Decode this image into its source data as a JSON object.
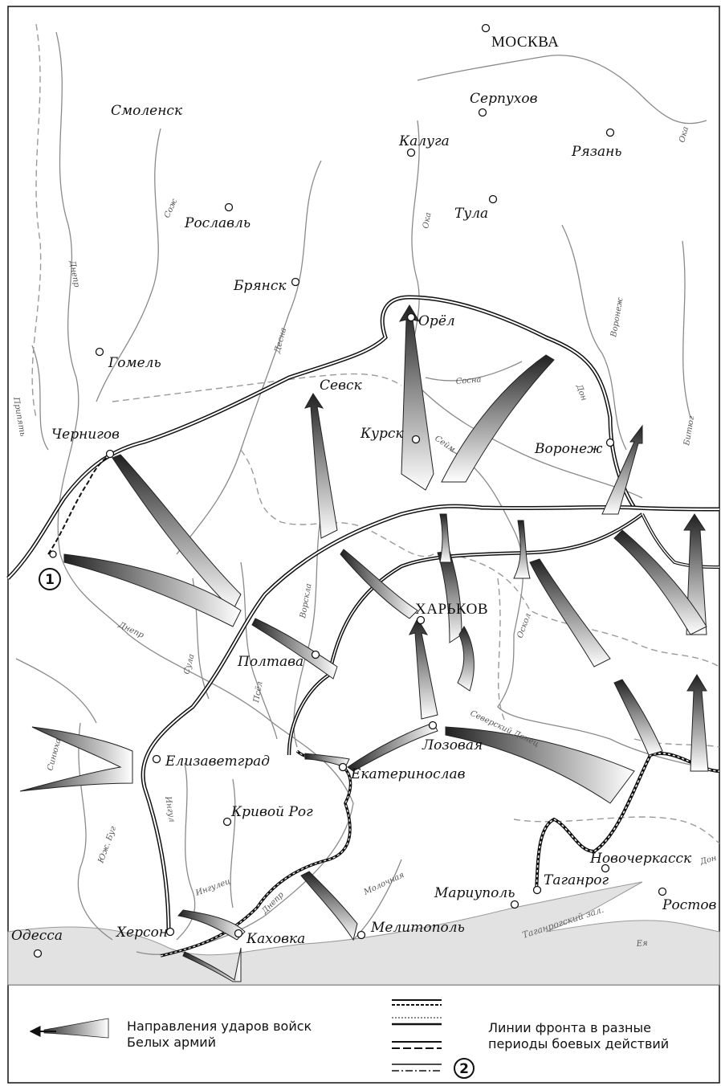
{
  "cities": [
    {
      "id": "moskva",
      "label": "МОСКВА",
      "capital": true
    },
    {
      "id": "serpukhov",
      "label": "Серпухов"
    },
    {
      "id": "kaluga",
      "label": "Калуга"
    },
    {
      "id": "ryazan",
      "label": "Рязань"
    },
    {
      "id": "smolensk",
      "label": "Смоленск"
    },
    {
      "id": "roslavl",
      "label": "Рославль"
    },
    {
      "id": "tula",
      "label": "Тула"
    },
    {
      "id": "bryansk",
      "label": "Брянск"
    },
    {
      "id": "orel",
      "label": "Орёл"
    },
    {
      "id": "gomel",
      "label": "Гомель"
    },
    {
      "id": "sevsk",
      "label": "Севск"
    },
    {
      "id": "chernigov",
      "label": "Чернигов"
    },
    {
      "id": "kursk",
      "label": "Курск"
    },
    {
      "id": "voronezh",
      "label": "Воронеж"
    },
    {
      "id": "kharkov",
      "label": "ХАРЬКОВ",
      "capital": true
    },
    {
      "id": "poltava",
      "label": "Полтава"
    },
    {
      "id": "lozovaya",
      "label": "Лозовая"
    },
    {
      "id": "elizavetgrad",
      "label": "Елизаветград"
    },
    {
      "id": "ekaterinoslav",
      "label": "Екатеринослав"
    },
    {
      "id": "krivoy-rog",
      "label": "Кривой Рог"
    },
    {
      "id": "novocherkassk",
      "label": "Новочеркасск"
    },
    {
      "id": "taganrog",
      "label": "Таганрог"
    },
    {
      "id": "mariupol",
      "label": "Мариуполь"
    },
    {
      "id": "rostov",
      "label": "Ростов"
    },
    {
      "id": "melitopol",
      "label": "Мелитополь"
    },
    {
      "id": "odessa",
      "label": "Одесса"
    },
    {
      "id": "kherson",
      "label": "Херсон"
    },
    {
      "id": "kakhovka",
      "label": "Каховка"
    }
  ],
  "rivers": [
    {
      "id": "oka-1",
      "label": "Ока"
    },
    {
      "id": "oka-2",
      "label": "Ока"
    },
    {
      "id": "sozh",
      "label": "Сож"
    },
    {
      "id": "dnepr-north",
      "label": "Днепр"
    },
    {
      "id": "desna",
      "label": "Десна"
    },
    {
      "id": "voronezh",
      "label": "Воронеж"
    },
    {
      "id": "sosna",
      "label": "Сосна"
    },
    {
      "id": "don-1",
      "label": "Дон"
    },
    {
      "id": "bityug",
      "label": "Битюг"
    },
    {
      "id": "pripyat",
      "label": "Припять"
    },
    {
      "id": "seym",
      "label": "Сейм"
    },
    {
      "id": "dnepr-mid",
      "label": "Днепр"
    },
    {
      "id": "sula",
      "label": "Сула"
    },
    {
      "id": "vorskla",
      "label": "Ворскла"
    },
    {
      "id": "psel",
      "label": "Псёл"
    },
    {
      "id": "oskol",
      "label": "Оскол"
    },
    {
      "id": "sev-donets",
      "label": "Северский Донец"
    },
    {
      "id": "sinyukha",
      "label": "Синюха"
    },
    {
      "id": "ingul",
      "label": "Ингул"
    },
    {
      "id": "yuzh-bug",
      "label": "Юж. Буг"
    },
    {
      "id": "ingulets",
      "label": "Ингулец"
    },
    {
      "id": "dnepr-south",
      "label": "Днепр"
    },
    {
      "id": "molochnaya",
      "label": "Молочная"
    },
    {
      "id": "don-2",
      "label": "Дон"
    },
    {
      "id": "eya",
      "label": "Ея"
    }
  ],
  "seas": [
    {
      "id": "taganrog-bay",
      "label": "Таганрогский зал."
    }
  ],
  "markers": [
    {
      "id": "marker-1",
      "label": "1"
    },
    {
      "id": "marker-2",
      "label": "2"
    }
  ],
  "legend": {
    "arrows_line1": "Направления ударов войск",
    "arrows_line2": "Белых армий",
    "front_line1": "Линии фронта в разные",
    "front_line2": "периоды боевых действий"
  },
  "colors": {
    "ink": "#111111",
    "river": "#8a8a8a",
    "sea": "#e2e2e2",
    "border": "#9a9a9a",
    "arrow_dark": "#2a2a2a",
    "arrow_light": "#ffffff"
  }
}
